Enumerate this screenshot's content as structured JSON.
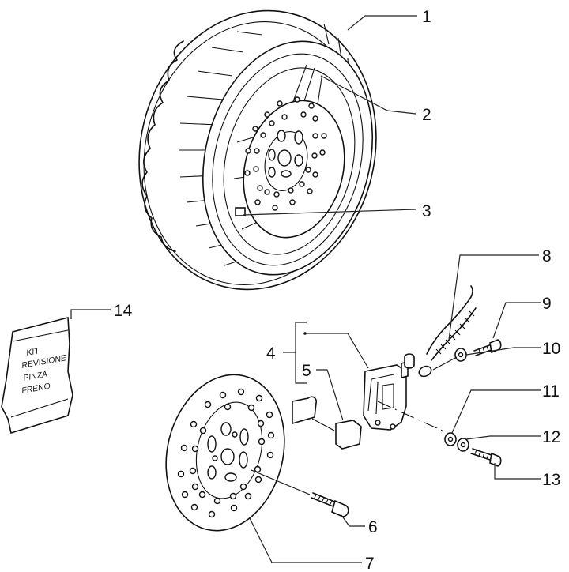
{
  "diagram": {
    "type": "exploded-parts-diagram",
    "subject": "front wheel and disc brake assembly",
    "callouts": [
      {
        "id": "1",
        "label": "1",
        "part": "tyre"
      },
      {
        "id": "2",
        "label": "2",
        "part": "wheel rim"
      },
      {
        "id": "3",
        "label": "3",
        "part": "valve"
      },
      {
        "id": "4",
        "label": "4",
        "part": "brake caliper assembly (group bracket)"
      },
      {
        "id": "5",
        "label": "5",
        "part": "brake pads"
      },
      {
        "id": "6",
        "label": "6",
        "part": "disc screw"
      },
      {
        "id": "7",
        "label": "7",
        "part": "brake disc"
      },
      {
        "id": "8",
        "label": "8",
        "part": "brake hose"
      },
      {
        "id": "9",
        "label": "9",
        "part": "hose union bolt"
      },
      {
        "id": "10",
        "label": "10",
        "part": "sealing washer"
      },
      {
        "id": "11",
        "label": "11",
        "part": "washer"
      },
      {
        "id": "12",
        "label": "12",
        "part": "washer"
      },
      {
        "id": "13",
        "label": "13",
        "part": "caliper screw"
      },
      {
        "id": "14",
        "label": "14",
        "part": "caliper overhaul kit"
      }
    ],
    "kit_bag_text": [
      "KIT",
      "REVISIONE",
      "PINZA",
      "FRENO"
    ]
  }
}
